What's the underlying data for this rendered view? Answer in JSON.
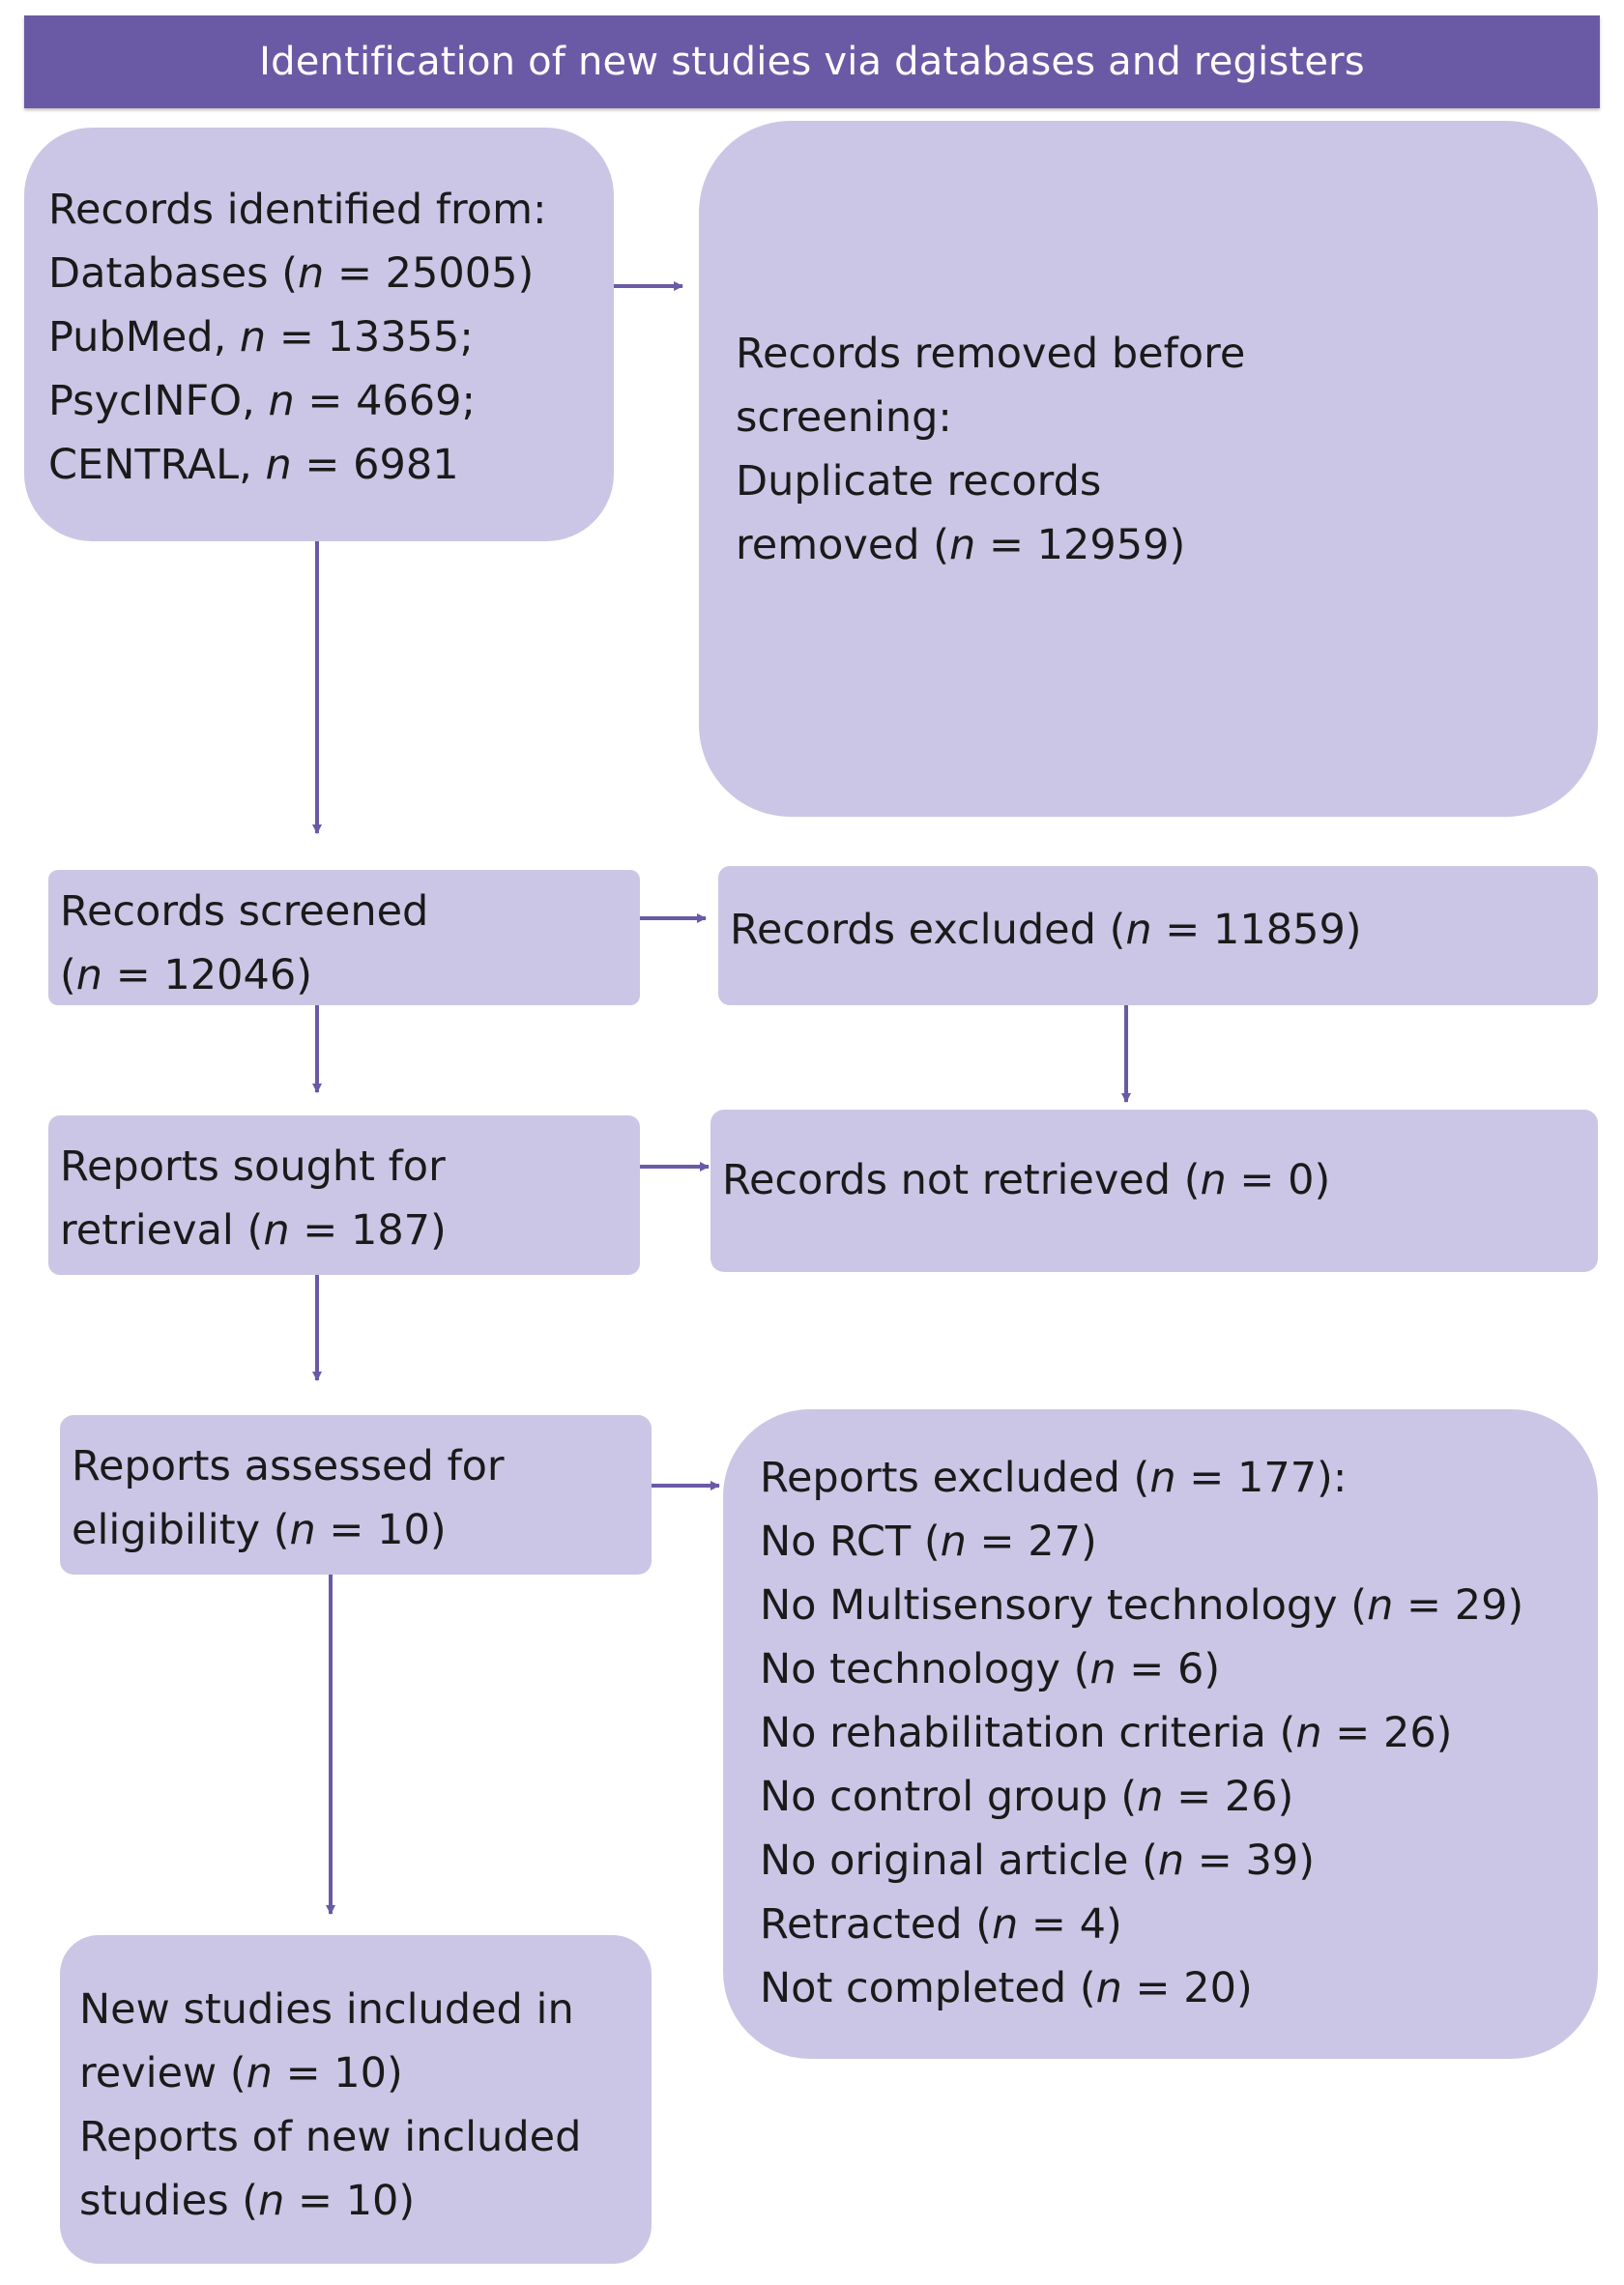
{
  "header": {
    "title": "Identification of new studies via databases and registers"
  },
  "boxes": {
    "identified": {
      "line1": "Records identified from:",
      "line2_pre": "Databases (",
      "line2_val": " = 25005)",
      "line3_pre": "PubMed, ",
      "line3_val": " = 13355;",
      "line4_pre": "PsycINFO, ",
      "line4_val": " = 4669;",
      "line5_pre": "CENTRAL, ",
      "line5_val": " = 6981"
    },
    "removed": {
      "line1": "Records removed before",
      "line2": "screening:",
      "line3": "Duplicate records",
      "line4_pre": "removed (",
      "line4_val": " = 12959)"
    },
    "screened": {
      "line1": "Records screened",
      "line2_pre": "(",
      "line2_val": " = 12046)"
    },
    "excluded": {
      "line1_pre": "Records excluded (",
      "line1_val": " = 11859)"
    },
    "sought": {
      "line1": "Reports sought for",
      "line2_pre": "retrieval (",
      "line2_val": " = 187)"
    },
    "not_retrieved": {
      "line1_pre": "Records not retrieved (",
      "line1_val": " = 0)"
    },
    "assessed": {
      "line1": "Reports assessed for",
      "line2_pre": "eligibility (",
      "line2_val": " = 10)"
    },
    "reports_excluded": {
      "header_pre": "Reports excluded (",
      "header_val": " = 177):",
      "reasons": [
        {
          "pre": "No RCT (",
          "val": " = 27)"
        },
        {
          "pre": "No Multisensory technology (",
          "val": " = 29)"
        },
        {
          "pre": "No technology (",
          "val": " = 6)"
        },
        {
          "pre": "No rehabilitation criteria (",
          "val": " = 26)"
        },
        {
          "pre": "No control group (",
          "val": " = 26)"
        },
        {
          "pre": "No original article (",
          "val": " = 39)"
        },
        {
          "pre": "Retracted (",
          "val": " = 4)"
        },
        {
          "pre": "Not completed (",
          "val": " = 20)"
        }
      ]
    },
    "included": {
      "line1": "New studies included in",
      "line2_pre": "review (",
      "line2_val": " = 10)",
      "line3": "Reports of new included",
      "line4_pre": "studies (",
      "line4_val": " = 10)"
    }
  },
  "symbols": {
    "n": "n"
  },
  "colors": {
    "header_bg": "#6a5aa6",
    "box_fill": "#cbc6e5",
    "arrow": "#6a5aa6"
  }
}
